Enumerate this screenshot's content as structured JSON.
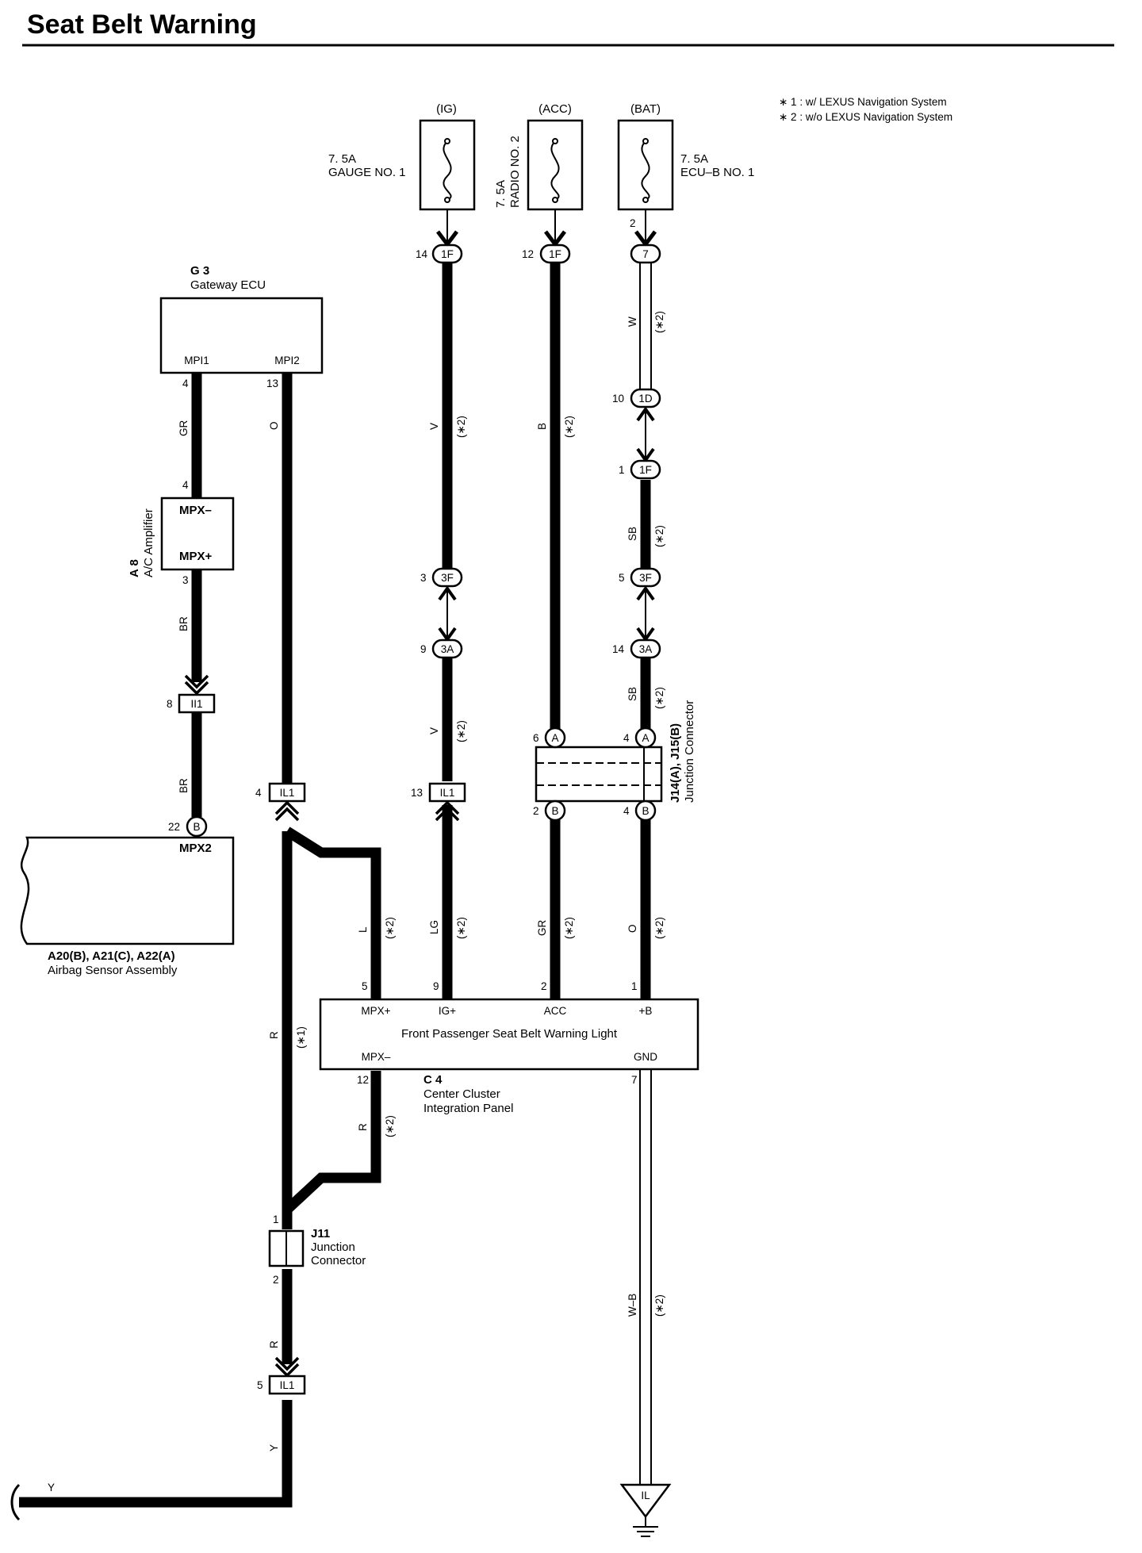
{
  "title": "Seat Belt Warning",
  "notes": [
    "∗ 1 : w/ LEXUS Navigation System",
    "∗ 2 : w/o LEXUS Navigation System"
  ],
  "fuses": {
    "ig": {
      "supply": "(IG)",
      "rating": "7. 5A",
      "name": "GAUGE NO. 1"
    },
    "acc": {
      "supply": "(ACC)",
      "rating": "7. 5A",
      "name": "RADIO NO. 2"
    },
    "bat": {
      "supply": "(BAT)",
      "rating": "7. 5A",
      "name": "ECU–B NO. 1"
    }
  },
  "components": {
    "g3": {
      "code": "G 3",
      "name": "Gateway ECU",
      "pin1": "MPI1",
      "pin2": "MPI2"
    },
    "a8": {
      "code": "A 8",
      "name": "A/C Amplifier",
      "pin1": "MPX–",
      "pin2": "MPX+"
    },
    "airbag": {
      "codes": "A20(B), A21(C), A22(A)",
      "name": "Airbag Sensor Assembly",
      "pin": "MPX2"
    },
    "c4": {
      "code": "C 4",
      "name1": "Center Cluster",
      "name2": "Integration Panel",
      "light": "Front Passenger Seat Belt Warning Light",
      "p_mpxp": "MPX+",
      "p_ig": "IG+",
      "p_acc": "ACC",
      "p_b": "+B",
      "p_mpxm": "MPX–",
      "p_gnd": "GND"
    },
    "j11": {
      "code": "J11",
      "name1": "Junction",
      "name2": "Connector"
    },
    "j14": {
      "code": "J14(A), J15(B)",
      "name": "Junction Connector"
    }
  },
  "connectors": {
    "c1f": "1F",
    "c7": "7",
    "c1d": "1D",
    "c3f": "3F",
    "c3a": "3A",
    "il1": "IL1",
    "ii1": "II1",
    "ca": "A",
    "cb": "B",
    "gnd": "IL"
  },
  "pins": {
    "p14": "14",
    "p12": "12",
    "p2": "2",
    "p10": "10",
    "p1": "1",
    "p3": "3",
    "p5": "5",
    "p9": "9",
    "p4": "4",
    "p13": "13",
    "p6": "6",
    "p8": "8",
    "p22": "22",
    "p7": "7"
  },
  "wires": {
    "gr": "GR",
    "o": "O",
    "br": "BR",
    "v": "V",
    "b": "B",
    "w": "W",
    "sb": "SB",
    "lg": "LG",
    "l": "L",
    "r": "R",
    "y": "Y",
    "wb": "W–B",
    "n1": "(∗1)",
    "n2": "(∗2)"
  }
}
